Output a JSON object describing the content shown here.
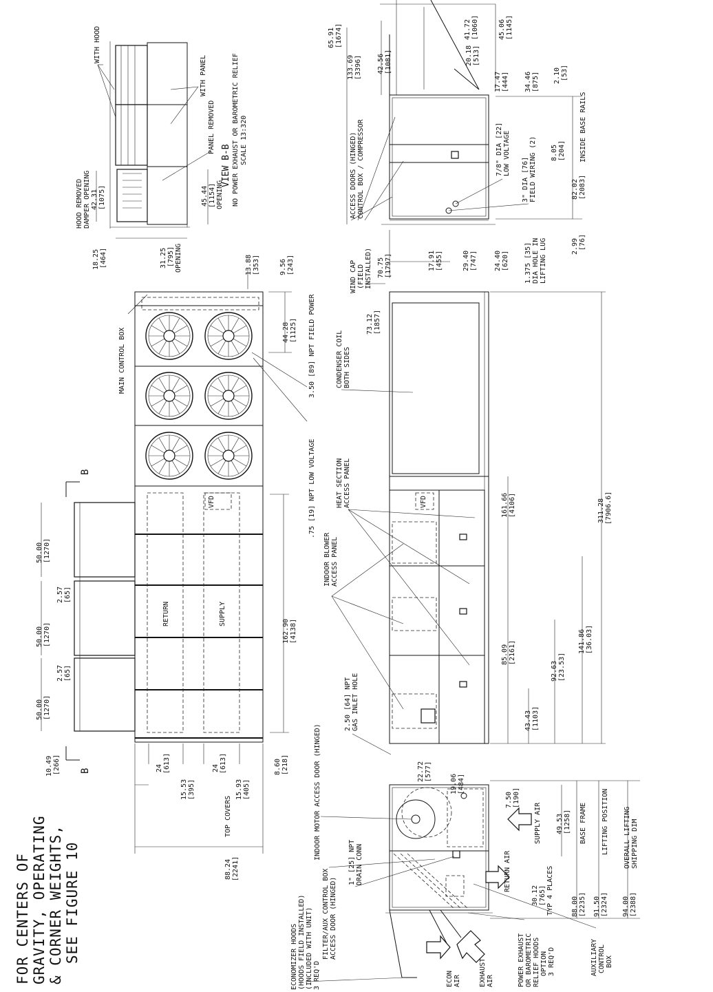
{
  "note": {
    "lines": [
      "FOR CENTERS OF",
      "GRAVITY, OPERATING",
      "& CORNER WEIGHTS,",
      "SEE FIGURE 10"
    ]
  },
  "view_bb": {
    "title": "VIEW B-B",
    "subtitle": "NO POWER EXHAUST OR BAROMETRIC RELIEF",
    "scale": "SCALE 13:320",
    "with_hood": "WITH HOOD",
    "with_panel": "WITH PANEL",
    "panel_removed": "PANEL REMOVED",
    "hood_removed": [
      "HOOD REMOVED",
      "DAMPER OPENING"
    ],
    "dim_42_31": [
      "42.31",
      "[1075]"
    ],
    "dim_45_44": [
      "45.44",
      "[1154]",
      "OPENING"
    ],
    "dim_18_25": [
      "18.25",
      "[464]"
    ],
    "dim_31_25": [
      "31.25",
      "[795]",
      "OPENING"
    ]
  },
  "top_view": {
    "section_mark": "B",
    "main_control_box": "MAIN CONTROL BOX",
    "field_power": "3.50 [89] NPT FIELD POWER",
    "low_voltage": ".75 [19] NPT LOW VOLTAGE",
    "return": "RETURN",
    "supply": "SUPPLY",
    "vfd": "VFD",
    "top_covers": "TOP COVERS",
    "dims": {
      "d13_88": [
        "13.88",
        "[353]"
      ],
      "d9_56": [
        "9.56",
        "[243]"
      ],
      "d44_28": [
        "44.28",
        "[1125]"
      ],
      "d162_90": [
        "162.90",
        "[4138]"
      ],
      "d50a": [
        "50.00",
        "[1270]"
      ],
      "d50b": [
        "50.00",
        "[1270]"
      ],
      "d50c": [
        "50.00",
        "[1270]"
      ],
      "d2_57a": [
        "2.57",
        "[65]"
      ],
      "d2_57b": [
        "2.57",
        "[65]"
      ],
      "d10_49": [
        "10.49",
        "[266]"
      ],
      "d24a": [
        "24",
        "[613]"
      ],
      "d24b": [
        "24",
        "[613]"
      ],
      "d15_53": [
        "15.53",
        "[395]"
      ],
      "d15_93": [
        "15.93",
        "[405]"
      ],
      "d8_60": [
        "8.60",
        "[218]"
      ],
      "d88_24": [
        "88.24",
        "[2241]"
      ]
    }
  },
  "side_view": {
    "wind_cap": [
      "WIND CAP",
      "(FIELD",
      "INSTALLED)"
    ],
    "condenser_coil": [
      "CONDENSER COIL",
      "BOTH SIDES"
    ],
    "heat_section": [
      "HEAT SECTION",
      "ACCESS PANEL"
    ],
    "indoor_blower": [
      "INDOOR BLOWER",
      "ACCESS PANEL"
    ],
    "gas_inlet": [
      "2.50 [64] NPT",
      "GAS INLET HOLE"
    ],
    "indoor_motor": "INDOOR MOTOR ACCESS DOOR (HINGED)",
    "dims": {
      "d73_12": [
        "73.12",
        "[1857]"
      ],
      "d161_66": [
        "161.66",
        "[4106]"
      ],
      "d311_28": [
        "311.28",
        "[7906.6]"
      ],
      "d85_09": [
        "85.09",
        "[2161]"
      ],
      "d92_63": [
        "92.63",
        "[23.53]"
      ],
      "d141_86": [
        "141.86",
        "[36.03]"
      ],
      "d43_43": [
        "43.43",
        "[1103]"
      ],
      "d22_72": [
        "22.72",
        "[577]"
      ],
      "d19_06": [
        "19.06",
        "[484]"
      ]
    }
  },
  "end_view_top": {
    "access_doors": [
      "ACCESS DOORS (HINGED)",
      "CONTROL BOX / COMPRESSOR"
    ],
    "low_voltage": [
      "7/8\" DIA [22]",
      "LOW VOLTAGE"
    ],
    "field_wiring": [
      "3\" DIA [76]",
      "FIELD WIRING (2)"
    ],
    "lifting_lug": [
      "1.375 [35]",
      "DIA HOLE IN",
      "LIFTING LUG"
    ],
    "inside_base_rails": "INSIDE BASE RAILS",
    "dims": {
      "d65_91": [
        "65.91",
        "[1674]"
      ],
      "d133_69": [
        "133.69",
        "[3396]"
      ],
      "d42_56": [
        "42.56",
        "[1081]"
      ],
      "d41_72": [
        "41.72",
        "[1060]"
      ],
      "d45_06": [
        "45.06",
        "[1145]"
      ],
      "d20_18": [
        "20.18",
        "[513]"
      ],
      "d17_47": [
        "17.47",
        "[444]"
      ],
      "d34_46": [
        "34.46",
        "[875]"
      ],
      "d2_10": [
        "2.10",
        "[53]"
      ],
      "d8_05": [
        "8.05",
        "[204]"
      ],
      "d82_02": [
        "82.02",
        "[2083]"
      ],
      "d2_99": [
        "2.99",
        "[76]"
      ],
      "d70_75": [
        "70.75",
        "[1797]"
      ],
      "d17_91": [
        "17.91",
        "[455]"
      ],
      "d29_40": [
        "29.40",
        "[747]"
      ],
      "d24_40": [
        "24.40",
        "[620]"
      ]
    }
  },
  "end_view_bottom": {
    "economizer": [
      "ECONOMIZER HOODS",
      "(HOODS FIELD INSTALLED)",
      "(INCLUDED WITH UNIT)",
      "3 REQ'D"
    ],
    "filter_box": [
      "FILTER/AUX CONTROL BOX",
      "ACCESS DOOR (HINGED)"
    ],
    "drain_conn": [
      "1\" [25] NPT",
      "DRAIN CONN"
    ],
    "econ_air": [
      "ECON",
      "AIR"
    ],
    "exhaust_air": [
      "EXHAUST",
      "AIR"
    ],
    "power_exhaust": [
      "POWER EXHAUST",
      "OR BAROMETRIC",
      "RELIEF HOODS",
      "OPTION",
      "3 REQ'D"
    ],
    "aux_control_box": [
      "AUXILIARY",
      "CONTROL",
      "BOX"
    ],
    "return_air": "RETURN AIR",
    "supply_air": "SUPPLY AIR",
    "base_frame": "BASE FRAME",
    "lifting_position": "LIFTING POSITION",
    "overall_lifting": [
      "OVERALL LIFTING",
      "SHIPPING DIM"
    ],
    "dims": {
      "d7_50": [
        "7.50",
        "[190]"
      ],
      "d49_53": [
        "49.53",
        "[1258]"
      ],
      "d30_12": [
        "30.12",
        "[765]",
        "TYP 4 PLACES"
      ],
      "d88_00": [
        "88.00",
        "[2235]"
      ],
      "d91_50": [
        "91.50",
        "[2324]"
      ],
      "d94_00": [
        "94.00",
        "[2388]"
      ]
    }
  }
}
